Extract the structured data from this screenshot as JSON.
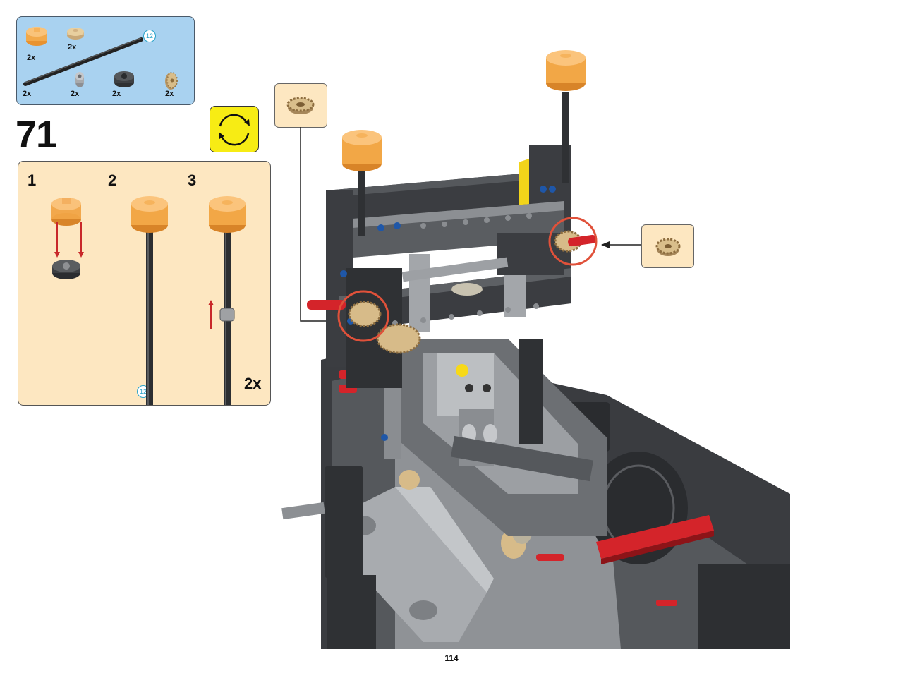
{
  "step": {
    "number": "71"
  },
  "parts": [
    {
      "name": "Round Brick 2x2 Trans-Orange",
      "qty": "2x"
    },
    {
      "name": "Round Plate Tan",
      "qty": "2x"
    },
    {
      "name": "Axle 12 Black",
      "qty": "2x",
      "length": "12"
    },
    {
      "name": "Axle Connector Light Gray",
      "qty": "2x"
    },
    {
      "name": "Round Brick Dark Gray",
      "qty": "2x"
    },
    {
      "name": "Gear 12 Tooth Tan",
      "qty": "2x"
    }
  ],
  "sub_assembly": {
    "steps": [
      "1",
      "2",
      "3"
    ],
    "axle_length": "12",
    "multiplier": "2x"
  },
  "icons": {
    "rotate": "rotate-model-icon"
  },
  "colors": {
    "parts_bg": "#a9d2f0",
    "sub_bg": "#fde7c1",
    "rotate_bg": "#f7ec14",
    "highlight": "#e0513a"
  },
  "page": {
    "number": "114"
  }
}
